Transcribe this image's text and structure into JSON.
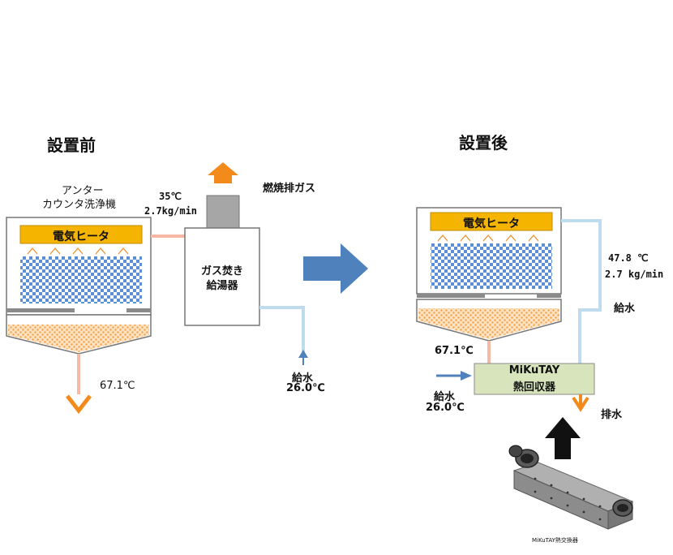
{
  "before": {
    "title": "設置前",
    "washer_label_1": "アンター",
    "washer_label_2": "カウンタ洗浄機",
    "heater_label": "電気ヒータ",
    "hot_water_temp": "35℃",
    "hot_water_flow": "2.7kg/min",
    "exhaust_label": "燃焼排ガス",
    "gas_heater_line1": "ガス焚き",
    "gas_heater_line2": "給湯器",
    "drain_temp": "67.1℃",
    "supply_label": "給水",
    "supply_temp": "26.0℃"
  },
  "after": {
    "title": "設置後",
    "heater_label": "電気ヒータ",
    "hot_water_temp": "47.8 ℃",
    "hot_water_flow": "2.7 kg/min",
    "supply_label_right": "給水",
    "drain_temp": "67.1℃",
    "recovery_line1": "MiKuTAY",
    "recovery_line2": "熱回収器",
    "supply_label": "給水",
    "supply_temp": "26.0℃",
    "discharge_label": "排水",
    "product_caption": "MiKuTAY熱交換器"
  },
  "colors": {
    "heater": "#f5b400",
    "flow_hot": "#f6b9a6",
    "flow_cold": "#bfdcee",
    "arrow_orange": "#f28a1c",
    "arrow_blue": "#4f81bd",
    "recovery_box": "#d8e4bc"
  }
}
